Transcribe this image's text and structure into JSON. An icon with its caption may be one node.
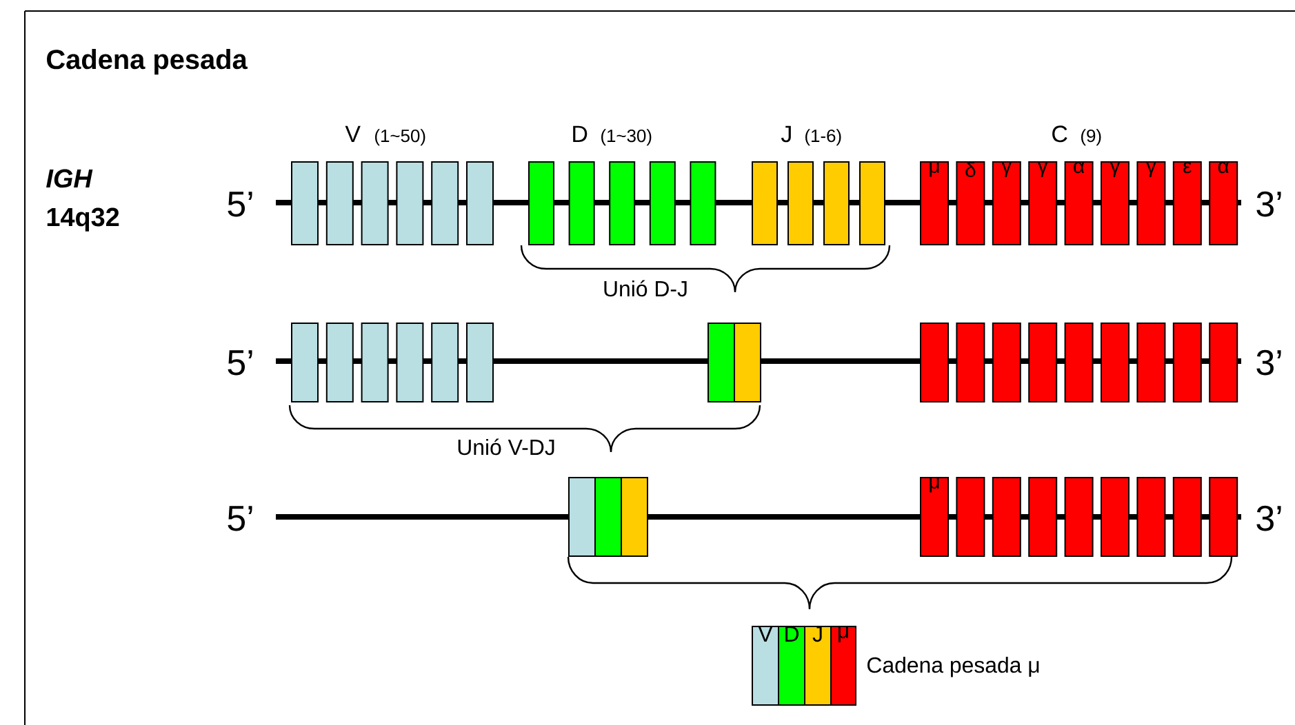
{
  "diagram": {
    "nodes": [
      {
        "text": [],
        "shape": "box"
      },
      {
        "text": [],
        "shape": "box"
      },
      {
        "text": [],
        "shape": "box"
      },
      {
        "text": [],
        "shape": "box"
      },
      {
        "text": [],
        "shape": "box"
      },
      {
        "text": [],
        "shape": "box"
      },
      {
        "text": [],
        "shape": "box"
      },
      {
        "text": [],
        "shape": "box"
      },
      {
        "text": [],
        "shape": "box"
      },
      {
        "text": [],
        "shape": "box"
      },
      {
        "text": [],
        "shape": "box"
      },
      {
        "text": [],
        "shape": "box"
      },
      {
        "text": [],
        "shape": "box"
      },
      {
        "text": [],
        "shape": "box"
      },
      {
        "text": [],
        "shape": "box"
      },
      {
        "text": [
          "μ"
        ]
      },
      {
        "text": [
          "δ"
        ]
      },
      {
        "text": [
          "γ"
        ]
      },
      {
        "text": [
          "γ"
        ]
      },
      {
        "text": [
          "α"
        ]
      },
      {
        "text": [
          "γ"
        ]
      },
      {
        "text": [
          "γ"
        ]
      },
      {
        "text": [
          "ε"
        ]
      },
      {
        "text": [
          "α"
        ]
      },
      {
        "text": [],
        "shape": "box"
      },
      {
        "text": [],
        "shape": "box"
      },
      {
        "text": [],
        "shape": "box"
      },
      {
        "text": [],
        "shape": "box"
      },
      {
        "text": [],
        "shape": "box"
      },
      {
        "text": [],
        "shape": "box"
      },
      {
        "text": [],
        "shape": "box"
      },
      {
        "text": [],
        "shape": "box"
      },
      {
        "text": [],
        "shape": "box"
      },
      {
        "text": [],
        "shape": "box"
      },
      {
        "text": [],
        "shape": "box"
      },
      {
        "text": [],
        "shape": "box"
      },
      {
        "text": [],
        "shape": "box"
      },
      {
        "text": [],
        "shape": "box"
      },
      {
        "text": [],
        "shape": "box"
      },
      {
        "text": [],
        "shape": "box"
      },
      {
        "text": [],
        "shape": "box"
      },
      {
        "text": [],
        "shape": "box"
      },
      {
        "text": [],
        "shape": "box"
      },
      {
        "text": [],
        "shape": "box"
      },
      {
        "text": [
          "μ"
        ]
      },
      {
        "text": [],
        "shape": "box"
      },
      {
        "text": [],
        "shape": "box"
      },
      {
        "text": [],
        "shape": "box"
      },
      {
        "text": [],
        "shape": "box"
      },
      {
        "text": [],
        "shape": "box"
      },
      {
        "text": [],
        "shape": "box"
      },
      {
        "text": [],
        "shape": "box"
      },
      {
        "text": [],
        "shape": "box"
      },
      {
        "text": [
          "V"
        ]
      },
      {
        "text": [
          "D"
        ]
      },
      {
        "text": [
          "J"
        ]
      },
      {
        "text": [
          "μ"
        ]
      }
    ],
    "labels": [
      "Cadena pesada",
      "V",
      "(1~50)",
      "D",
      "(1~30)",
      "J",
      "(1-6)",
      "C",
      "(9)",
      "IGH",
      "14q32",
      "5’",
      "3’",
      "Unió D-J",
      "5’",
      "3’",
      "Unió V-DJ",
      "5’",
      "3’",
      "Cadena pesada μ"
    ]
  }
}
